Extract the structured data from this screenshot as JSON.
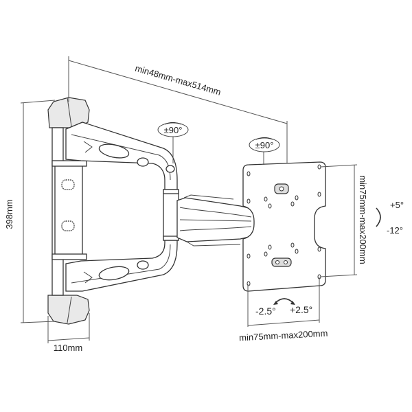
{
  "diagram": {
    "subject": "Full-motion TV wall mount bracket",
    "labels": {
      "extension": "min48mm-max514mm",
      "height": "398mm",
      "depth": "110mm",
      "vesa_vertical": "min75mm-max200mm",
      "vesa_horizontal": "min75mm-max200mm",
      "swivel_arm": "±90°",
      "swivel_plate": "±90°",
      "tilt_up": "+5°",
      "tilt_down": "-12°",
      "level_left": "-2.5°",
      "level_right": "+2.5°"
    },
    "colors": {
      "line": "#333333",
      "dimension_line": "#555555",
      "background": "#ffffff"
    }
  }
}
